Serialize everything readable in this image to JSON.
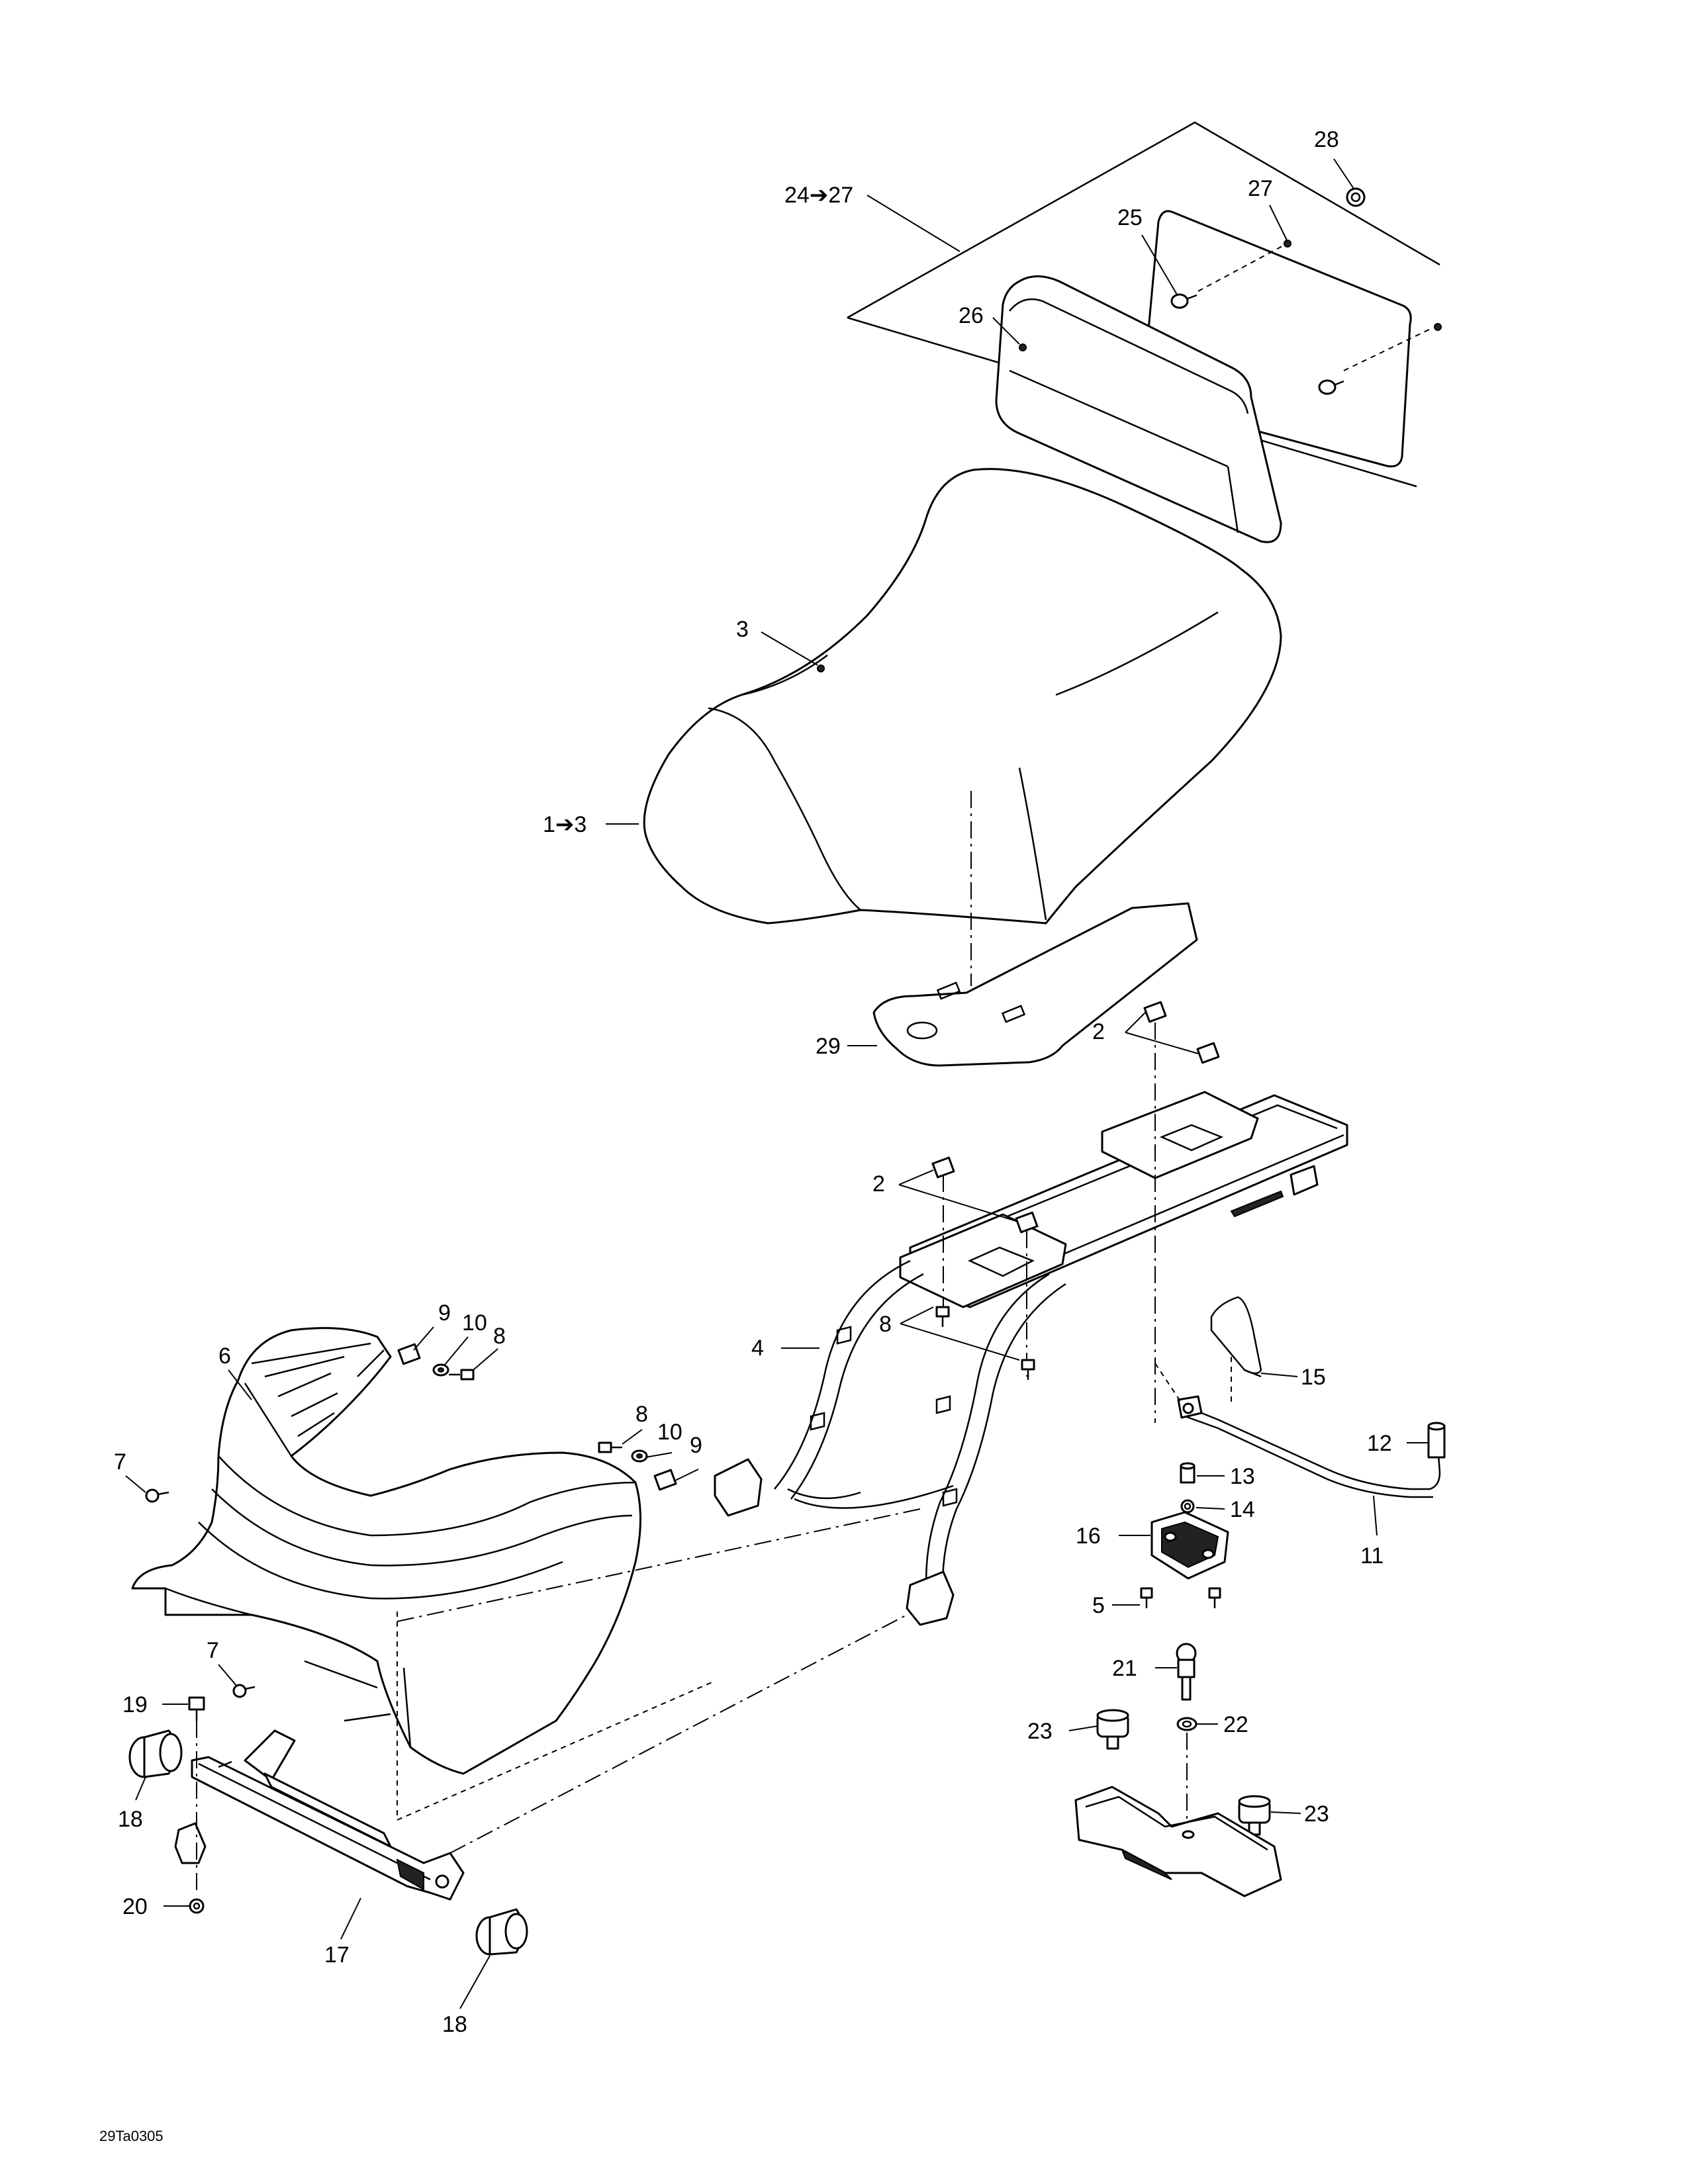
{
  "diagram": {
    "reference_code": "29Ta0305",
    "callouts": [
      {
        "id": "c-28",
        "text": "28"
      },
      {
        "id": "c-24-27",
        "text": "24➔27"
      },
      {
        "id": "c-27",
        "text": "27"
      },
      {
        "id": "c-25",
        "text": "25"
      },
      {
        "id": "c-26",
        "text": "26"
      },
      {
        "id": "c-3",
        "text": "3"
      },
      {
        "id": "c-1-3",
        "text": "1➔3"
      },
      {
        "id": "c-29",
        "text": "29"
      },
      {
        "id": "c-2a",
        "text": "2"
      },
      {
        "id": "c-2b",
        "text": "2"
      },
      {
        "id": "c-9a",
        "text": "9"
      },
      {
        "id": "c-10a",
        "text": "10"
      },
      {
        "id": "c-8a",
        "text": "8"
      },
      {
        "id": "c-6",
        "text": "6"
      },
      {
        "id": "c-8b",
        "text": "8"
      },
      {
        "id": "c-4",
        "text": "4"
      },
      {
        "id": "c-15",
        "text": "15"
      },
      {
        "id": "c-8c",
        "text": "8"
      },
      {
        "id": "c-10b",
        "text": "10"
      },
      {
        "id": "c-9b",
        "text": "9"
      },
      {
        "id": "c-12",
        "text": "12"
      },
      {
        "id": "c-7a",
        "text": "7"
      },
      {
        "id": "c-13",
        "text": "13"
      },
      {
        "id": "c-14",
        "text": "14"
      },
      {
        "id": "c-16",
        "text": "16"
      },
      {
        "id": "c-11",
        "text": "11"
      },
      {
        "id": "c-5",
        "text": "5"
      },
      {
        "id": "c-7b",
        "text": "7"
      },
      {
        "id": "c-21",
        "text": "21"
      },
      {
        "id": "c-19",
        "text": "19"
      },
      {
        "id": "c-23a",
        "text": "23"
      },
      {
        "id": "c-22",
        "text": "22"
      },
      {
        "id": "c-18a",
        "text": "18"
      },
      {
        "id": "c-23b",
        "text": "23"
      },
      {
        "id": "c-20",
        "text": "20"
      },
      {
        "id": "c-17",
        "text": "17"
      },
      {
        "id": "c-18b",
        "text": "18"
      }
    ]
  }
}
